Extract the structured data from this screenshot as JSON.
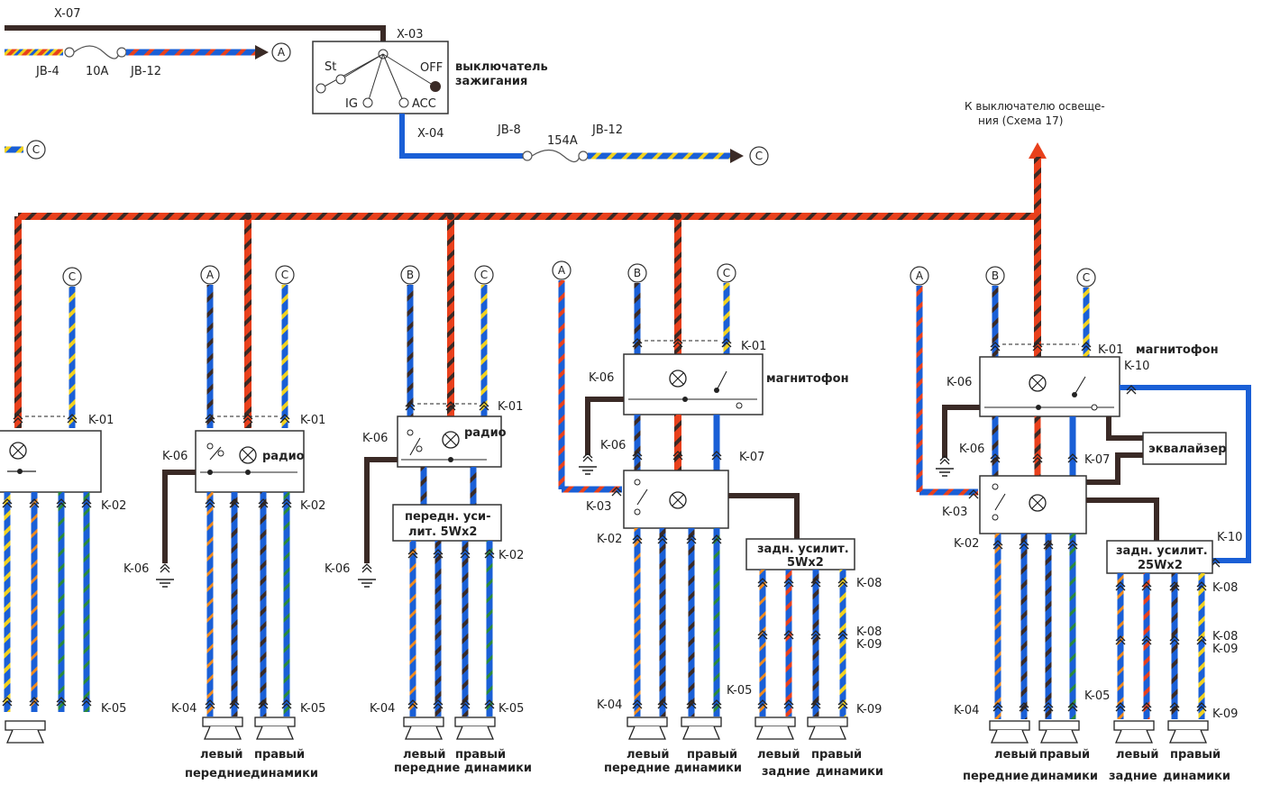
{
  "top": {
    "x07": "X-07",
    "x03": "X-03",
    "x04": "X-04",
    "jb4": "JB-4",
    "fuse10": "10A",
    "jb12a": "JB-12",
    "jb8": "JB-8",
    "fuse154": "154A",
    "jb12b": "JB-12",
    "switch_line1": "выключатель",
    "switch_line2": "зажигания",
    "st": "St",
    "ig": "IG",
    "acc": "ACC",
    "off": "OFF",
    "lighting_line1": "К выключателю освеще-",
    "lighting_line2": "ния (Схема 17)"
  },
  "markers": {
    "a": "A",
    "b": "B",
    "c": "C"
  },
  "connectors": {
    "k01": "K-01",
    "k02": "K-02",
    "k03": "K-03",
    "k04": "K-04",
    "k05": "K-05",
    "k06": "K-06",
    "k07": "K-07",
    "k08": "K-08",
    "k09": "K-09",
    "k10": "K-10"
  },
  "blocks": {
    "radio": "радио",
    "tape": "магнитофон",
    "front_amp_line1": "передн. уси-",
    "front_amp_line2": "лит. 5Wx2",
    "rear_amp_line1": "задн. усилит.",
    "rear_amp_5w": "5Wx2",
    "rear_amp_25w": "25Wx2",
    "equalizer": "эквалайзер"
  },
  "speakers": {
    "left": "левый",
    "right": "правый",
    "front": "передние",
    "rear": "задние",
    "speakers_word": "динамики"
  },
  "colors": {
    "blue": "#1a5fd6",
    "red": "#e8401c",
    "dark": "#3a2a26",
    "yellow": "#f2d21e",
    "green": "#2a8a3a",
    "orange": "#f08a1c",
    "ground": "#3a2a26"
  }
}
